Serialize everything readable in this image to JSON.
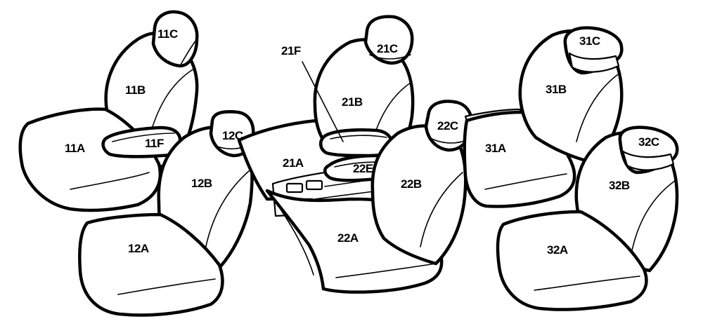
{
  "labels": {
    "s11a": "11A",
    "s11b": "11B",
    "s11c": "11C",
    "s11f": "11F",
    "s12a": "12A",
    "s12b": "12B",
    "s12c": "12C",
    "s21a": "21A",
    "s21b": "21B",
    "s21c": "21C",
    "s21f": "21F",
    "s22a": "22A",
    "s22b": "22B",
    "s22c": "22C",
    "s22e": "22E",
    "s31a": "31A",
    "s31b": "31B",
    "s31c": "31C",
    "s32a": "32A",
    "s32b": "32B",
    "s32c": "32C"
  }
}
